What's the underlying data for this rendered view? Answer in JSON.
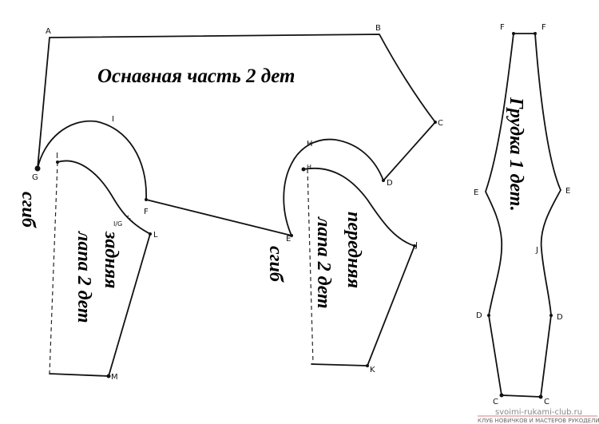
{
  "pieces": {
    "main": {
      "title": "Оснавная часть 2 дет"
    },
    "back": {
      "title_line1": "задняя",
      "title_line2": "лапа 2 дет",
      "fold": "сгиб"
    },
    "front": {
      "title_line1": "передняя",
      "title_line2": "лапа 2 дет",
      "fold": "сгиб"
    },
    "chest": {
      "title": "Грудка 1 дет."
    }
  },
  "points": {
    "A": "A",
    "B": "B",
    "C": "C",
    "D": "D",
    "G": "G",
    "I": "I",
    "F": "F",
    "L": "L",
    "M": "M",
    "IG": "I/G",
    "E": "E",
    "H": "H",
    "J": "J",
    "K": "K"
  },
  "watermark": {
    "site": "svoimi-rukami-club.ru",
    "tagline": "КЛУБ НОВИЧКОВ И МАСТЕРОВ РУКОДЕЛИЯ"
  }
}
